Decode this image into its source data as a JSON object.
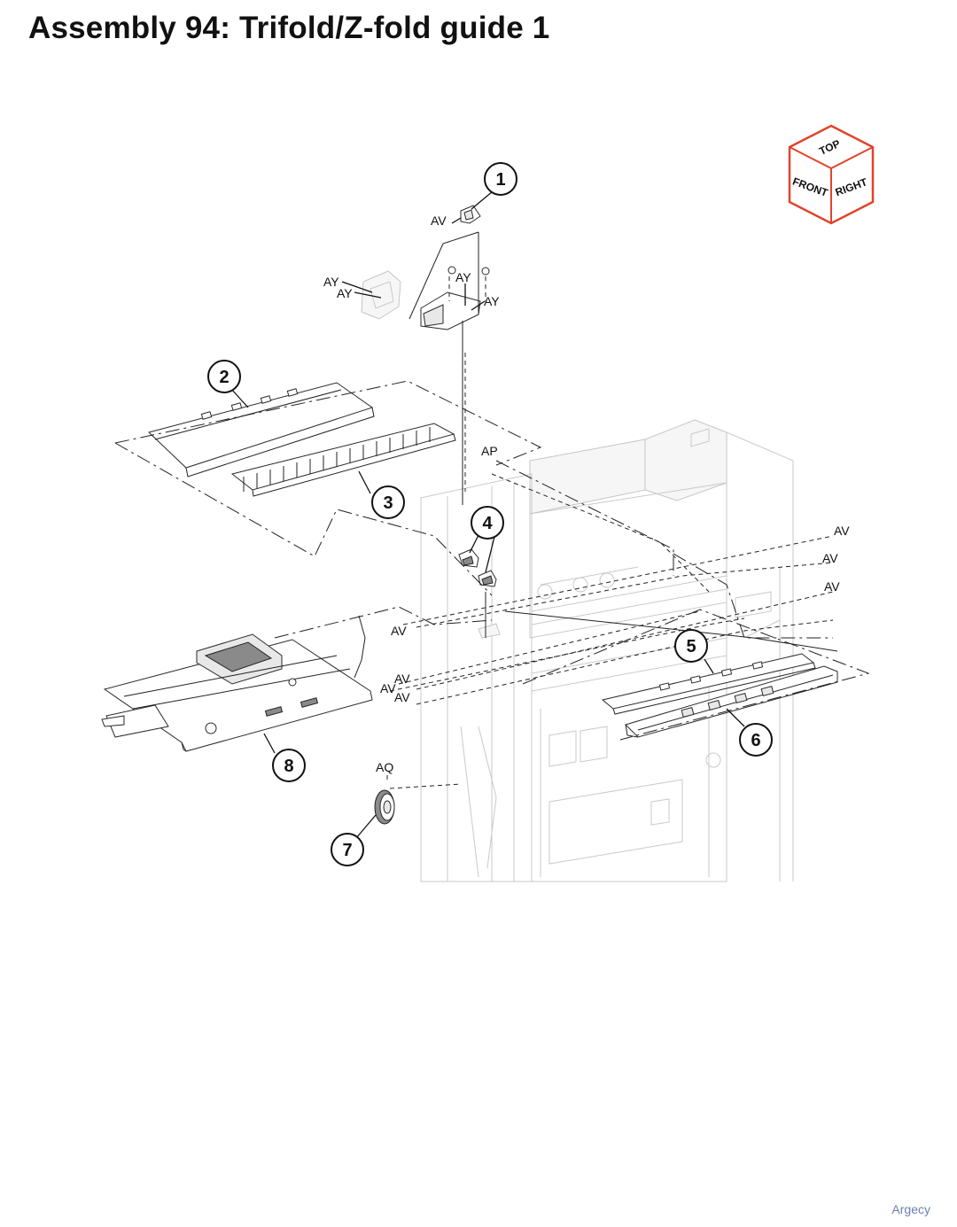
{
  "title": "Assembly 94: Trifold/Z-fold guide 1",
  "watermark": "Argecy",
  "orientation_cube": {
    "top": "TOP",
    "front": "FRONT",
    "right": "RIGHT",
    "accent_color": "#e0442c"
  },
  "callouts": [
    {
      "id": "callout-1",
      "number": "1"
    },
    {
      "id": "callout-2",
      "number": "2"
    },
    {
      "id": "callout-3",
      "number": "3"
    },
    {
      "id": "callout-4",
      "number": "4"
    },
    {
      "id": "callout-5",
      "number": "5"
    },
    {
      "id": "callout-6",
      "number": "6"
    },
    {
      "id": "callout-7",
      "number": "7"
    },
    {
      "id": "callout-8",
      "number": "8"
    }
  ],
  "reference_labels": [
    "AV",
    "AY",
    "AY",
    "AY",
    "AY",
    "AP",
    "AV",
    "AV",
    "AV",
    "AV",
    "AV",
    "AV",
    "AV",
    "AQ"
  ]
}
